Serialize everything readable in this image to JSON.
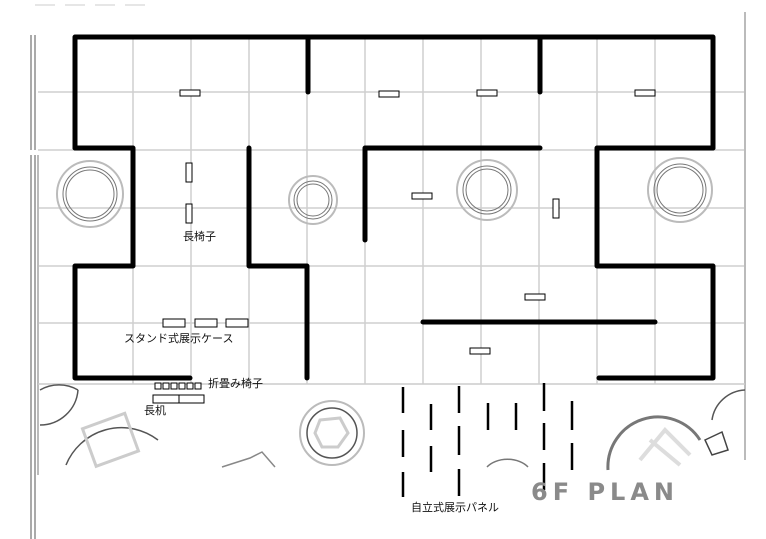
{
  "title": "6F PLAN",
  "labels": {
    "bench": "長椅子",
    "stand_case": "スタンド式展示ケース",
    "folding_chair": "折畳み椅子",
    "long_desk": "長机",
    "panel": "自立式展示パネル"
  },
  "colors": {
    "wall": "#000000",
    "grid": "#cccccc",
    "fixture": "#888888"
  }
}
